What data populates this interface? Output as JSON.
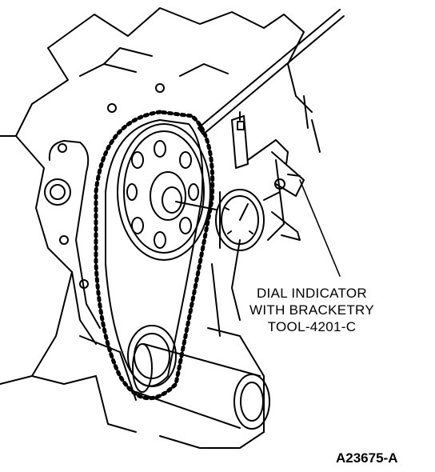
{
  "callout": {
    "line1": "DIAL INDICATOR",
    "line2": "WITH BRACKETRY",
    "line3": "TOOL-4201-C"
  },
  "figure_id": "A23675-A",
  "colors": {
    "ink": "#000000",
    "paper": "#ffffff"
  }
}
